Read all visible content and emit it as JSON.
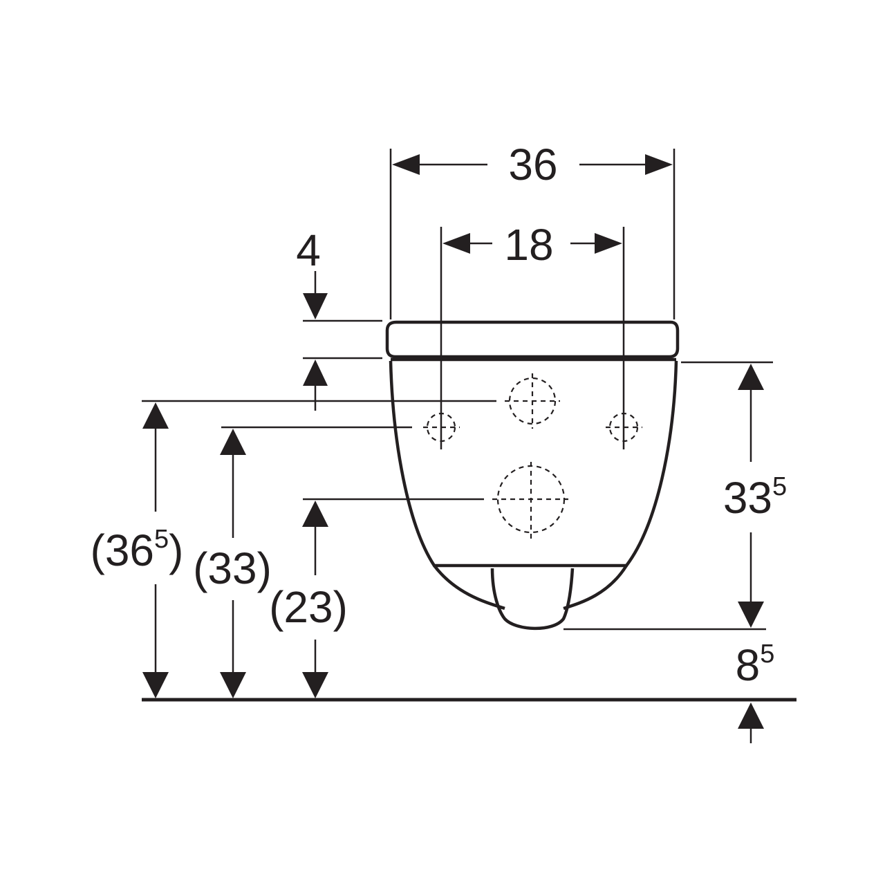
{
  "colors": {
    "line": "#231f20",
    "background": "#ffffff"
  },
  "dimensions": {
    "overall_width": "36",
    "fixing_spacing": "18",
    "seat_thickness": "4",
    "bowl_height": {
      "base": "33",
      "sup": "5"
    },
    "height_outer": {
      "open": "(",
      "base": "36",
      "sup": "5",
      "close": ")"
    },
    "height_fixings": "(33)",
    "height_outlet": "(23)",
    "gap_to_floor": {
      "base": "8",
      "sup": "5"
    }
  }
}
